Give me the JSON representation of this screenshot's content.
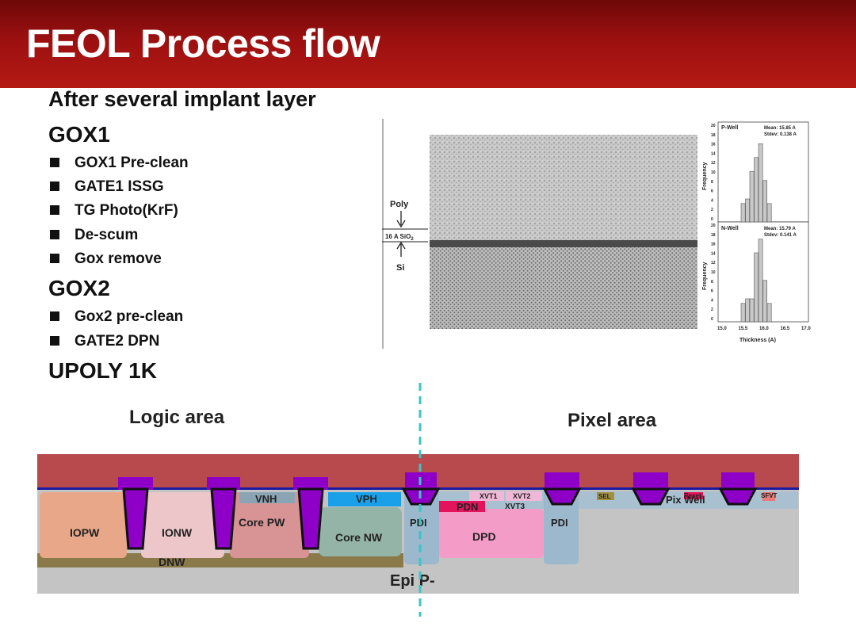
{
  "slide": {
    "title": "FEOL Process flow",
    "header_color": "#9c1010"
  },
  "outline": {
    "intro": "After several implant layer",
    "gox1": {
      "heading": "GOX1",
      "items": [
        "GOX1 Pre-clean",
        "GATE1 ISSG",
        "TG Photo(KrF)",
        "De-scum",
        "Gox remove"
      ]
    },
    "gox2": {
      "heading": "GOX2",
      "items": [
        "Gox2 pre-clean",
        "GATE2 DPN"
      ]
    },
    "upoly": "UPOLY 1K"
  },
  "tem_figure": {
    "poly_label": "Poly",
    "oxide_label": "16 A SiO",
    "oxide_sub": "2",
    "si_label": "Si",
    "histograms": {
      "top": {
        "name": "P-Well",
        "mean": "Mean: 15.85 A",
        "stdev": "Stdev: 0.138 A"
      },
      "bottom": {
        "name": "N-Well",
        "mean": "Mean: 15.79 A",
        "stdev": "Stdev: 0.141 A"
      },
      "ylabel": "Frequency",
      "xlabel": "Thickness (A)",
      "xticks": [
        "15.0",
        "15.5",
        "16.0",
        "16.5",
        "17.0"
      ],
      "yticks": [
        "20",
        "18",
        "16",
        "14",
        "12",
        "10",
        "8",
        "6",
        "4",
        "2",
        "0"
      ]
    }
  },
  "cross_section": {
    "logic_label": "Logic area",
    "pixel_label": "Pixel area",
    "regions": {
      "iopw": "IOPW",
      "ionw": "IONW",
      "core_pw": "Core PW",
      "core_nw": "Core NW",
      "vnh": "VNH",
      "vph": "VPH",
      "dnw": "DNW",
      "pdi_1": "PDI",
      "pdi_2": "PDI",
      "pdn": "PDN",
      "dpd": "DPD",
      "xvt1": "XVT1",
      "xvt2": "XVT2",
      "xvt3": "XVT3",
      "sel": "SEL",
      "reset": "Reset",
      "pix_well": "Pix Well",
      "sfvt": "SFVT",
      "epi": "Epi P-"
    },
    "colors": {
      "poly": "#b84a4e",
      "substrate": "#c4c4c4",
      "sti": "#8e00c8",
      "oxide": "#1a1aa0",
      "iopw": "#e8a788",
      "ionw": "#ecc6c8",
      "core_pw": "#d89494",
      "core_nw": "#94b4a8",
      "dnw": "#8a7a4a",
      "vph": "#1aa0e8",
      "vnh": "#8aa4b4",
      "pdi": "#9cb8cc",
      "dpd": "#f49cc8",
      "pdn": "#e4145c",
      "divider": "#3cc4c4"
    }
  }
}
